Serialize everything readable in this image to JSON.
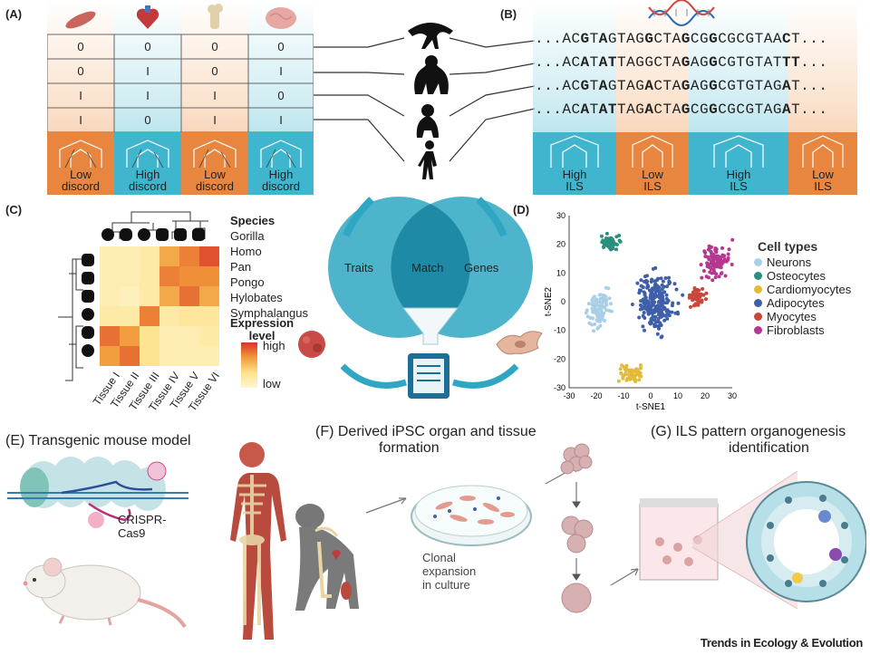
{
  "panels": {
    "a": "(A)",
    "b": "(B)",
    "c": "(C)",
    "d": "(D)",
    "e": "(E) Transgenic mouse model",
    "f1": "(F) Derived iPSC organ and tissue",
    "f2": "formation",
    "g1": "(G) ILS pattern organogenesis",
    "g2": "identification"
  },
  "panel_a": {
    "organ_icons": [
      "muscle-icon",
      "heart-icon",
      "bone-icon",
      "brain-icon"
    ],
    "rows": [
      [
        "0",
        "0",
        "0",
        "0"
      ],
      [
        "0",
        "I",
        "0",
        "I"
      ],
      [
        "I",
        "I",
        "I",
        "0"
      ],
      [
        "I",
        "0",
        "I",
        "I"
      ]
    ],
    "discord": [
      {
        "line1": "Low",
        "line2": "discord"
      },
      {
        "line1": "High",
        "line2": "discord"
      },
      {
        "line1": "Low",
        "line2": "discord"
      },
      {
        "line1": "High",
        "line2": "discord"
      }
    ]
  },
  "panel_b": {
    "sequences": [
      "...ACGTAGTAGGCTAGCGGCGCGTAACT...",
      "...ACATATTAGGCTAGAGGCGTGTATTT...",
      "...ACGTAGTAGACTAGAGGCGTGTAGAT...",
      "...ACATATTAGACTAGCGGCGCGTAGAT..."
    ],
    "ils": [
      {
        "line1": "High",
        "line2": "ILS"
      },
      {
        "line1": "Low",
        "line2": "ILS"
      },
      {
        "line1": "High",
        "line2": "ILS"
      },
      {
        "line1": "Low",
        "line2": "ILS"
      }
    ]
  },
  "panel_c": {
    "species_title": "Species",
    "species": [
      "Gorilla",
      "Homo",
      "Pan",
      "Pongo",
      "Hylobates",
      "Symphalangus"
    ],
    "expression_title1": "Expression",
    "expression_title2": "level",
    "high": "high",
    "low": "low",
    "tissues": [
      "Tissue I",
      "Tissue II",
      "Tissue III",
      "Tissue IV",
      "Tissue V",
      "Tissue VI"
    ],
    "heatmap": [
      [
        0.15,
        0.15,
        0.2,
        0.6,
        0.75,
        0.9
      ],
      [
        0.15,
        0.15,
        0.2,
        0.75,
        0.7,
        0.7
      ],
      [
        0.15,
        0.1,
        0.2,
        0.6,
        0.8,
        0.6
      ],
      [
        0.2,
        0.2,
        0.75,
        0.2,
        0.25,
        0.25
      ],
      [
        0.8,
        0.65,
        0.3,
        0.15,
        0.15,
        0.2
      ],
      [
        0.65,
        0.8,
        0.3,
        0.15,
        0.15,
        0.15
      ]
    ]
  },
  "venn": {
    "left": "Traits",
    "middle": "Match",
    "right": "Genes"
  },
  "panel_d": {
    "xlabel": "t-SNE1",
    "ylabel": "t-SNE2",
    "xticks": [
      "-30",
      "-20",
      "-10",
      "0",
      "10",
      "20",
      "30"
    ],
    "yticks": [
      "30",
      "20",
      "10",
      "0",
      "-10",
      "-20",
      "-30"
    ],
    "legend_title": "Cell types",
    "cell_types": [
      {
        "name": "Neurons",
        "color": "#a9cfe6"
      },
      {
        "name": "Osteocytes",
        "color": "#2a8f7e"
      },
      {
        "name": "Cardiomyocytes",
        "color": "#e3bb3a"
      },
      {
        "name": "Adipocytes",
        "color": "#3f5fa8"
      },
      {
        "name": "Myocytes",
        "color": "#c9473a"
      },
      {
        "name": "Fibroblasts",
        "color": "#b4388f"
      }
    ]
  },
  "panel_e": {
    "crispr1": "CRISPR-",
    "crispr2": "Cas9"
  },
  "panel_f": {
    "clonal1": "Clonal",
    "clonal2": "expansion",
    "clonal3": "in culture"
  },
  "credit": "Trends in Ecology & Evolution",
  "colors": {
    "orange": "#e8863f",
    "teal": "#3fb6cd",
    "venn": "#2fa7c2"
  }
}
